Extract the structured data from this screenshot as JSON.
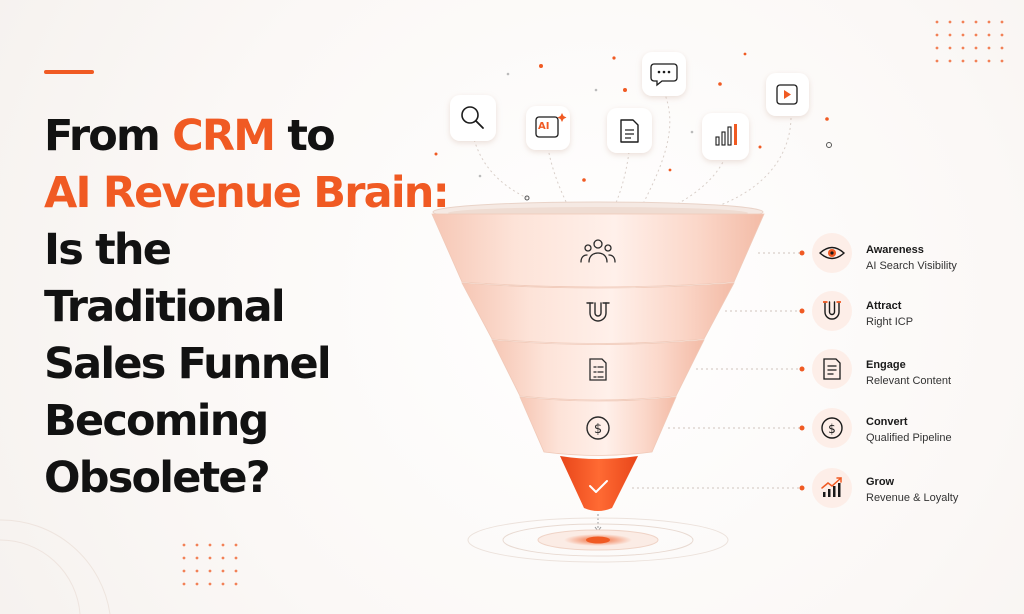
{
  "headline": {
    "line1_prefix": "From ",
    "line1_highlight": "CRM",
    "line1_suffix": " to",
    "line2": "AI Revenue Brain:",
    "line3": "Is the",
    "line4": "Traditional",
    "line5": "Sales Funnel",
    "line6": "Becoming",
    "line7": "Obsolete?"
  },
  "stages": [
    {
      "title": "Awareness",
      "subtitle": "AI Search Visibility",
      "icon": "eye-icon",
      "funnel_icon": "people-icon"
    },
    {
      "title": "Attract",
      "subtitle": "Right ICP",
      "icon": "magnet-icon",
      "funnel_icon": "magnet-icon"
    },
    {
      "title": "Engage",
      "subtitle": "Relevant Content",
      "icon": "document-icon",
      "funnel_icon": "checklist-icon"
    },
    {
      "title": "Convert",
      "subtitle": "Qualified Pipeline",
      "icon": "dollar-icon",
      "funnel_icon": "dollar-icon"
    },
    {
      "title": "Grow",
      "subtitle": "Revenue & Loyalty",
      "icon": "growth-chart-icon",
      "funnel_icon": "checkmark-icon"
    }
  ],
  "floating_icons": [
    "search-icon",
    "ai-sparkle-icon",
    "document-icon",
    "chat-icon",
    "bar-chart-icon",
    "play-icon"
  ],
  "ai_badge": "AI",
  "colors": {
    "accent": "#f05a23",
    "text": "#121212",
    "funnel_light": "#fde9e1",
    "funnel_mid": "#f7cdbd"
  }
}
